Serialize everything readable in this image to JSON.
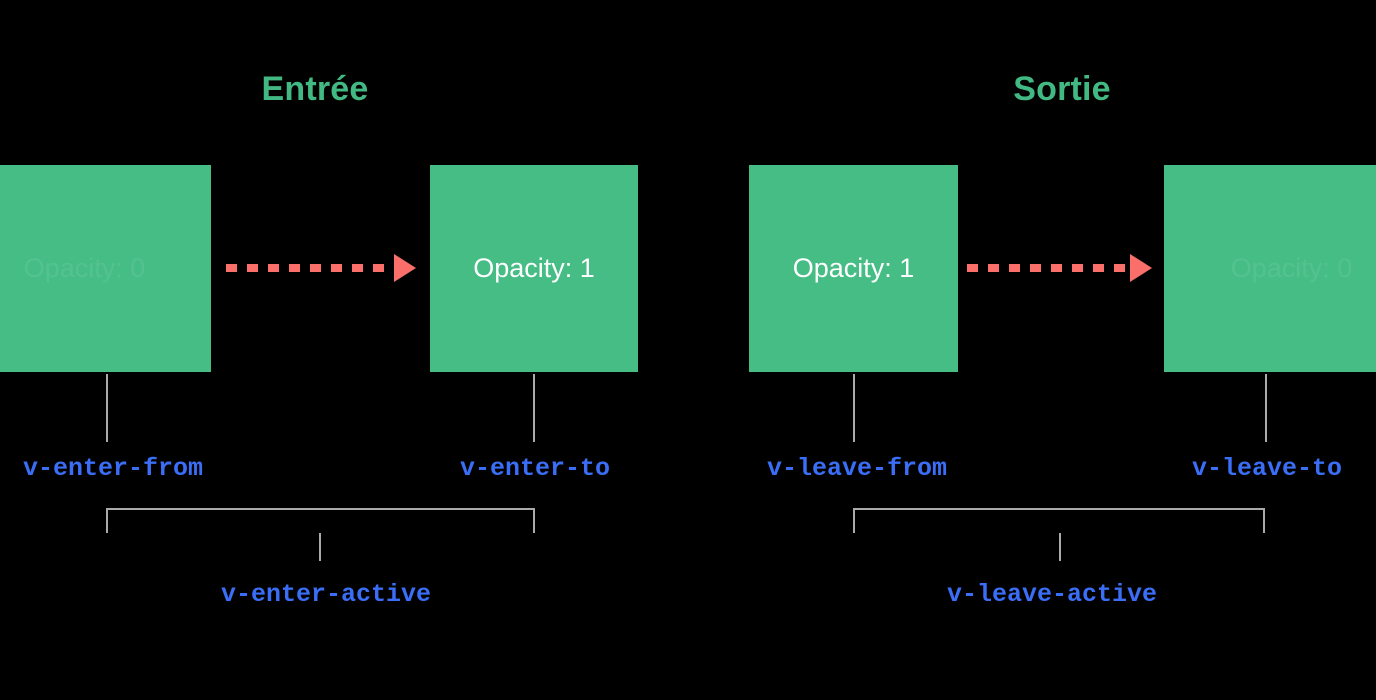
{
  "diagram": {
    "title_enter": "Entrée",
    "title_leave": "Sortie",
    "accent_green": "#42b983",
    "box_green": "#45bd84",
    "arrow_color": "#fa6f69",
    "label_blue": "#3b6ef6",
    "connector_gray": "#aaaaaa",
    "background": "#000000"
  },
  "enter": {
    "title": "Entrée",
    "from_box": {
      "state_label": "Opacity: 0",
      "class_name": "v-enter-from"
    },
    "to_box": {
      "state_label": "Opacity: 1",
      "class_name": "v-enter-to"
    },
    "active_class": "v-enter-active"
  },
  "leave": {
    "title": "Sortie",
    "from_box": {
      "state_label": "Opacity: 1",
      "class_name": "v-leave-from"
    },
    "to_box": {
      "state_label": "Opacity: 0",
      "class_name": "v-leave-to"
    },
    "active_class": "v-leave-active"
  }
}
